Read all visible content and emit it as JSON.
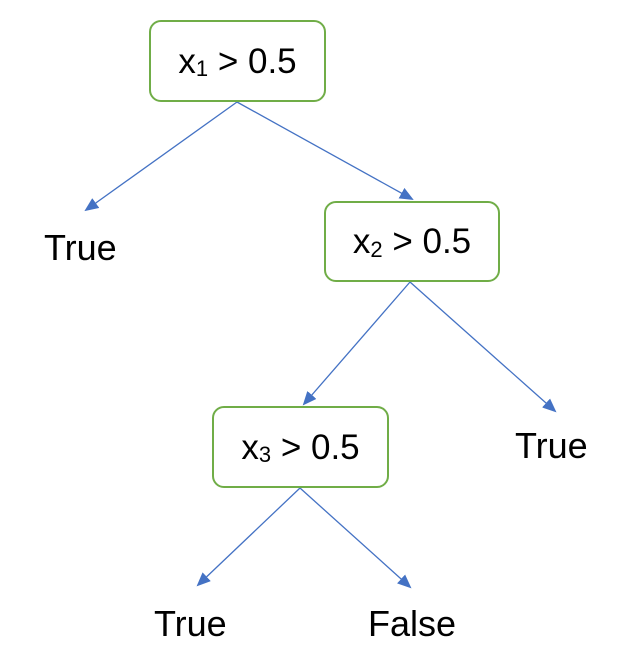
{
  "nodes": {
    "root": {
      "var": "x",
      "sub": "1",
      "op": " > ",
      "threshold": "0.5"
    },
    "second": {
      "var": "x",
      "sub": "2",
      "op": " > ",
      "threshold": "0.5"
    },
    "third": {
      "var": "x",
      "sub": "3",
      "op": " > ",
      "threshold": "0.5"
    }
  },
  "leaves": {
    "root_left": "True",
    "second_right": "True",
    "third_left": "True",
    "third_right": "False"
  },
  "colors": {
    "node_border": "#70ad47",
    "edge": "#4472c4",
    "text": "#000000"
  }
}
